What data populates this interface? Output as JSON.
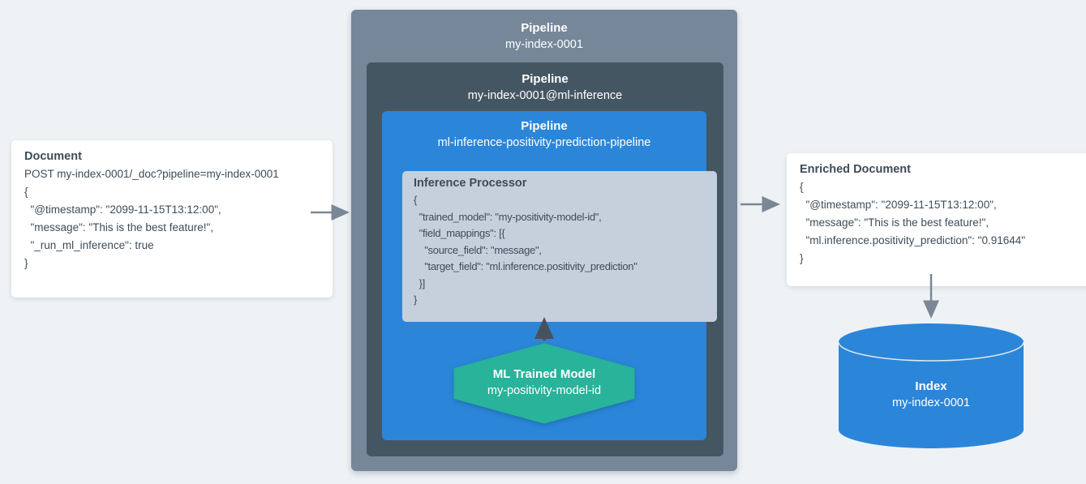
{
  "colors": {
    "background": "#eef2f5",
    "outer_pipeline_box": "#76879a",
    "ml_inference_pipeline_box": "#455663",
    "inference_pipeline_box": "#2b86d9",
    "processor_box": "#c5d0dc",
    "trained_model_hexagon": "#28b39a",
    "index_cylinder": "#2b86d9",
    "arrow_gray": "#7b8794",
    "arrow_dark": "#47525d",
    "card_text": "#3e4c59",
    "box_text": "#ffffff"
  },
  "document_card": {
    "title": "Document",
    "lines": [
      "POST my-index-0001/_doc?pipeline=my-index-0001",
      "{",
      "  \"@timestamp\": \"2099-11-15T13:12:00\",",
      "  \"message\": \"This is the best feature!\",",
      "  \"_run_ml_inference\": true",
      "}"
    ]
  },
  "outer_pipeline": {
    "label": "Pipeline",
    "name": "my-index-0001"
  },
  "ml_inference_pipeline": {
    "label": "Pipeline",
    "name": "my-index-0001@ml-inference"
  },
  "inference_pipeline": {
    "label": "Pipeline",
    "name": "ml-inference-positivity-prediction-pipeline"
  },
  "inference_processor": {
    "title": "Inference Processor",
    "lines": [
      "{",
      "  \"trained_model\": \"my-positivity-model-id\",",
      "  \"field_mappings\": [{",
      "    \"source_field\": \"message\",",
      "    \"target_field\": \"ml.inference.positivity_prediction\"",
      "  }]",
      "}"
    ]
  },
  "trained_model": {
    "label": "ML Trained Model",
    "name": "my-positivity-model-id"
  },
  "enriched_document_card": {
    "title": "Enriched Document",
    "lines": [
      "{",
      "  \"@timestamp\": \"2099-11-15T13:12:00\",",
      "  \"message\": \"This is the best feature!\",",
      "  \"ml.inference.positivity_prediction\": \"0.91644\"",
      "}"
    ]
  },
  "index": {
    "label": "Index",
    "name": "my-index-0001"
  }
}
